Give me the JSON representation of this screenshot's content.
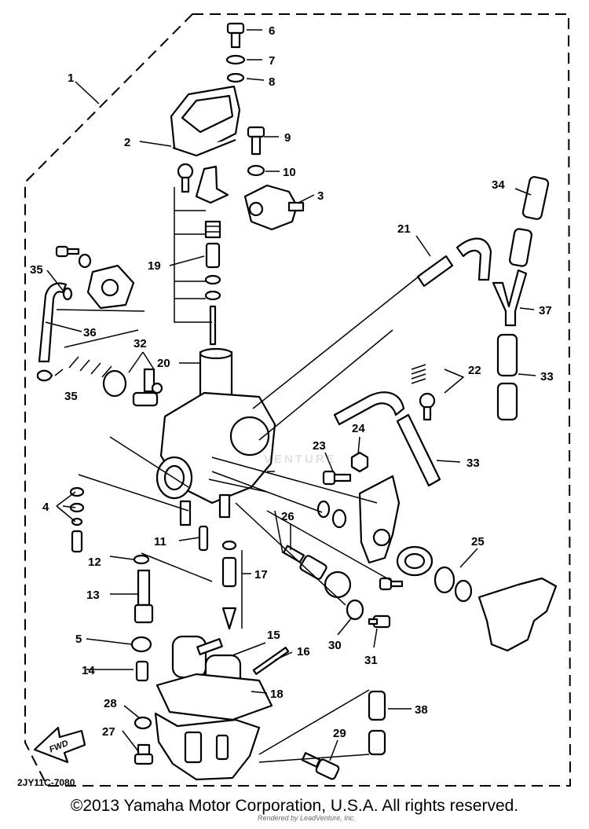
{
  "diagram": {
    "part_numbers": [
      "1",
      "2",
      "3",
      "4",
      "5",
      "6",
      "7",
      "8",
      "9",
      "10",
      "11",
      "12",
      "13",
      "14",
      "15",
      "16",
      "17",
      "18",
      "19",
      "20",
      "21",
      "22",
      "23",
      "24",
      "25",
      "26",
      "27",
      "28",
      "29",
      "30",
      "31",
      "32",
      "33",
      "33",
      "34",
      "35",
      "35",
      "36",
      "37",
      "38"
    ],
    "drawing_code": "2JY11C-7080",
    "fwd_label": "FWD"
  },
  "footer": {
    "copyright": "©2013 Yamaha Motor Corporation, U.S.A. All rights reserved."
  },
  "watermark": {
    "brand": "VENTURE",
    "credit": "Rendered by LeadVenture, Inc."
  }
}
